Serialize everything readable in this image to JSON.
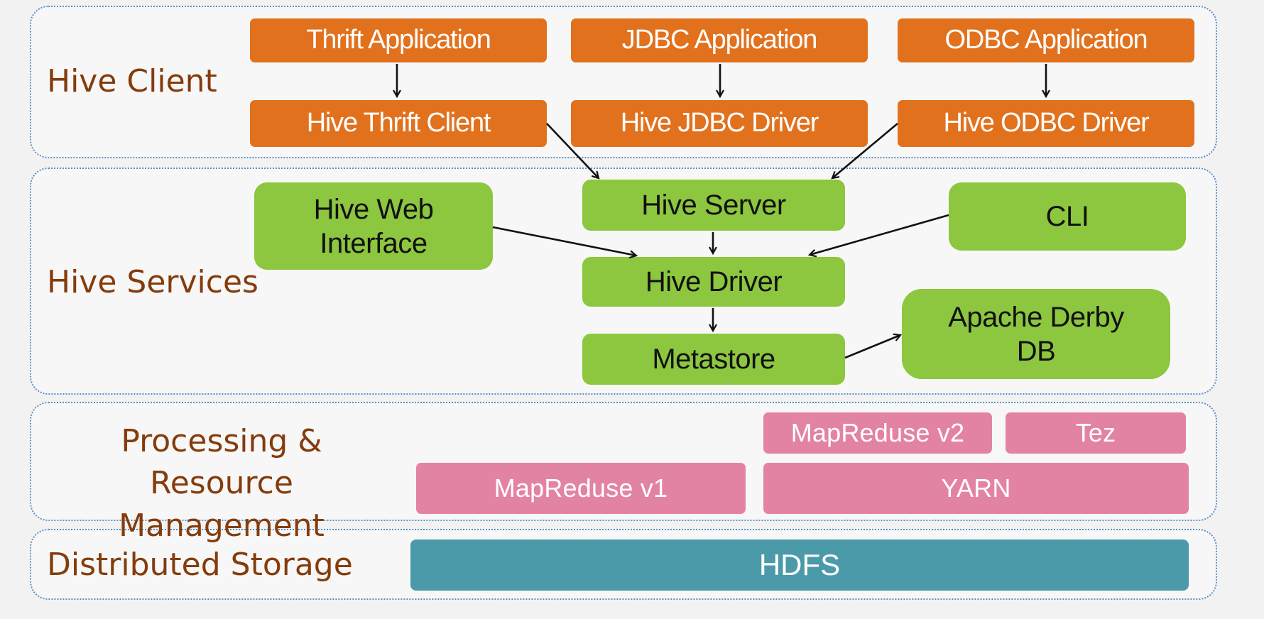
{
  "layers": {
    "client": {
      "label": "Hive Client"
    },
    "services": {
      "label": "Hive Services"
    },
    "processing": {
      "label": "Processing & Resource\nManagement"
    },
    "storage": {
      "label": "Distributed Storage"
    }
  },
  "client_nodes": {
    "thrift_app": "Thrift Application",
    "jdbc_app": "JDBC Application",
    "odbc_app": "ODBC Application",
    "thrift_client": "Hive Thrift Client",
    "jdbc_driver": "Hive JDBC Driver",
    "odbc_driver": "Hive ODBC Driver"
  },
  "service_nodes": {
    "web_interface": "Hive Web\nInterface",
    "hive_server": "Hive Server",
    "cli": "CLI",
    "hive_driver": "Hive Driver",
    "metastore": "Metastore",
    "derby": "Apache Derby\nDB"
  },
  "processing_nodes": {
    "mr_v2": "MapReduse v2",
    "tez": "Tez",
    "mr_v1": "MapReduse v1",
    "yarn": "YARN"
  },
  "storage_nodes": {
    "hdfs": "HDFS"
  },
  "colors": {
    "client": "#e2711d",
    "services": "#8dc63f",
    "processing": "#e383a3",
    "storage": "#4a9aaa",
    "label_text": "#843c0c",
    "layer_border": "#5b8fc7"
  }
}
